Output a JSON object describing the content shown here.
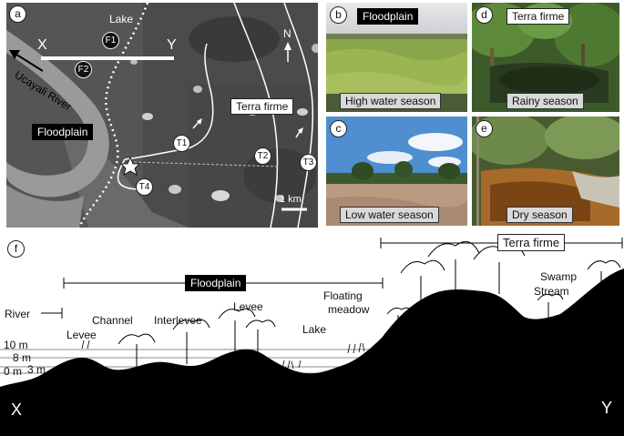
{
  "panel_a": {
    "label": "a",
    "lake": "Lake",
    "x": "X",
    "y": "Y",
    "river": "Ucayali River",
    "floodplain": "Floodplain",
    "terra_firme": "Terra firme",
    "north": "N",
    "scale": "1 km",
    "sites": [
      "F1",
      "F2",
      "T1",
      "T2",
      "T3",
      "T4"
    ]
  },
  "panel_b": {
    "label": "b",
    "title": "Floodplain",
    "caption": "High water season"
  },
  "panel_c": {
    "label": "c",
    "caption": "Low water season"
  },
  "panel_d": {
    "label": "d",
    "title": "Terra firme",
    "caption": "Rainy season"
  },
  "panel_e": {
    "label": "e",
    "caption": "Dry season"
  },
  "panel_f": {
    "label": "f",
    "floodplain": "Floodplain",
    "terra_firme": "Terra firme",
    "river": "River",
    "levee_left": "Levee",
    "channel": "Channel",
    "interlevee": "Interlevee",
    "levee_right": "Levee",
    "lake": "Lake",
    "floating": "Floating",
    "meadow": "meadow",
    "swamp": "Swamp",
    "stream": "Stream",
    "elev_10": "10 m",
    "elev_8": "8 m",
    "elev_0": "0 m",
    "elev_3": "3 m",
    "x": "X",
    "y": "Y"
  }
}
